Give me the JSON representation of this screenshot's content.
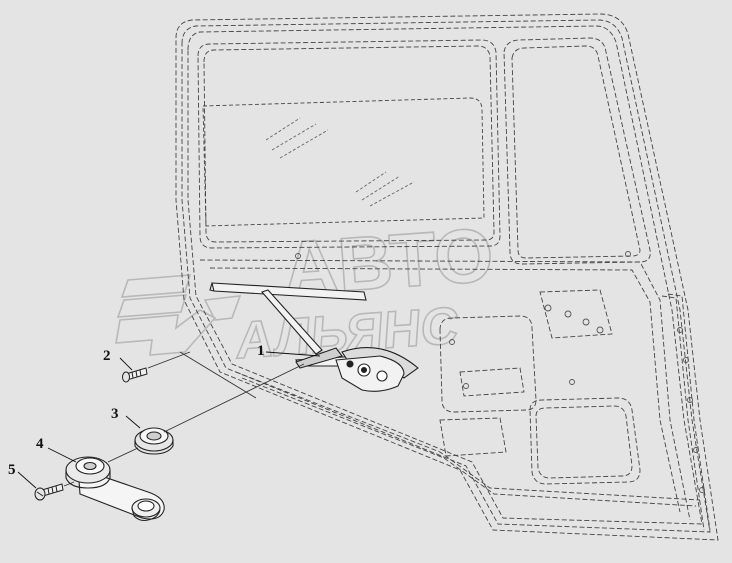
{
  "watermark": {
    "line1": "АВТО",
    "line2": "АЛЬЯНС"
  },
  "callouts": [
    {
      "id": "1",
      "label": "1"
    },
    {
      "id": "2",
      "label": "2"
    },
    {
      "id": "3",
      "label": "3"
    },
    {
      "id": "4",
      "label": "4"
    },
    {
      "id": "5",
      "label": "5"
    }
  ],
  "colors": {
    "background": "#e4e4e4",
    "line": "#333333",
    "watermark": "#b8b8b8"
  }
}
